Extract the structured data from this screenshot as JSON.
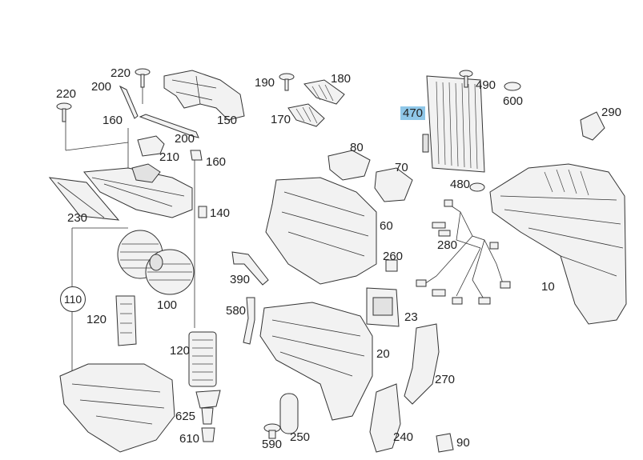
{
  "labels": {
    "l220a": "220",
    "l200a": "200",
    "l220b": "220",
    "l160a": "160",
    "l150": "150",
    "l200b": "200",
    "l210": "210",
    "l160b": "160",
    "l190": "190",
    "l180": "180",
    "l170": "170",
    "l80": "80",
    "l70": "70",
    "l490": "490",
    "l600": "600",
    "l470": "470",
    "l290": "290",
    "l480": "480",
    "l230": "230",
    "l140": "140",
    "l60": "60",
    "l280": "280",
    "l260": "260",
    "l390": "390",
    "l10": "10",
    "l110": "110",
    "l120a": "120",
    "l100": "100",
    "l580": "580",
    "l23": "23",
    "l120b": "120",
    "l20": "20",
    "l270": "270",
    "l625": "625",
    "l610": "610",
    "l590": "590",
    "l250": "250",
    "l240": "240",
    "l90": "90"
  },
  "colors": {
    "highlight": "#8fc7e8",
    "ink": "#333333",
    "fill": "#f2f2f2"
  }
}
